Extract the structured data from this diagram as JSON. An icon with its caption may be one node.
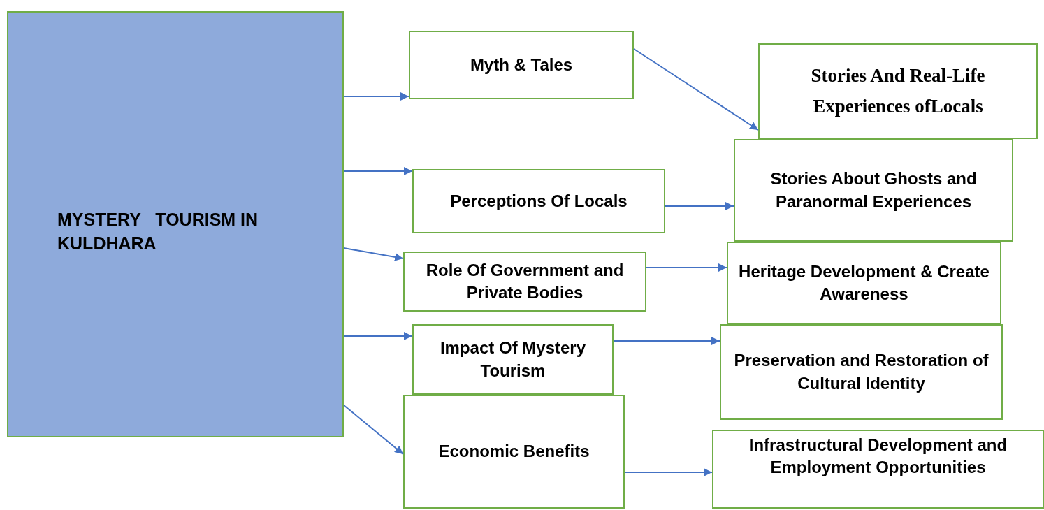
{
  "diagram": {
    "nodes": [
      {
        "text": [
          "MYSTERY   TOURISM IN KULDHARA"
        ]
      },
      {
        "text": [
          "Myth & Tales"
        ]
      },
      {
        "text": [
          "Stories And Real-Life Experiences ofLocals"
        ]
      },
      {
        "text": [
          "Perceptions Of Locals"
        ]
      },
      {
        "text": [
          "Stories About Ghosts and Paranormal Experiences"
        ]
      },
      {
        "text": [
          "Role Of Government and Private Bodies"
        ]
      },
      {
        "text": [
          "Heritage Development & Create Awareness"
        ]
      },
      {
        "text": [
          "Impact Of Mystery Tourism"
        ]
      },
      {
        "text": [
          "Preservation and Restoration of Cultural Identity"
        ]
      },
      {
        "text": [
          "Economic Benefits"
        ]
      },
      {
        "text": [
          "Infrastructural Development and Employment Opportunities"
        ]
      }
    ],
    "edges": [
      {
        "from": 0,
        "to": 1,
        "arrow": "to"
      },
      {
        "from": 0,
        "to": 3,
        "arrow": "to"
      },
      {
        "from": 0,
        "to": 5,
        "arrow": "to"
      },
      {
        "from": 0,
        "to": 7,
        "arrow": "to"
      },
      {
        "from": 0,
        "to": 9,
        "arrow": "to"
      },
      {
        "from": 1,
        "to": 2,
        "arrow": "to"
      },
      {
        "from": 3,
        "to": 4,
        "arrow": "to"
      },
      {
        "from": 5,
        "to": 6,
        "arrow": "to"
      },
      {
        "from": 7,
        "to": 8,
        "arrow": "to"
      },
      {
        "from": 9,
        "to": 10,
        "arrow": "to"
      }
    ]
  }
}
